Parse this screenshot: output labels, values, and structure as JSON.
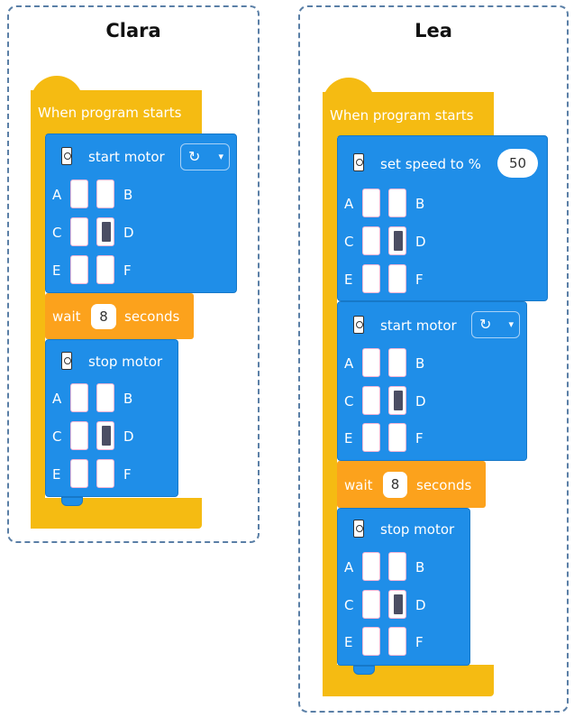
{
  "panels": [
    {
      "title": "Clara",
      "hat_label": "When program starts",
      "start_block": {
        "label": "start motor",
        "direction_icon": "rotate-clockwise-icon",
        "caret": "▾"
      },
      "wait": {
        "prefix": "wait",
        "value": "8",
        "suffix": "seconds"
      },
      "stop_block": {
        "label": "stop motor"
      }
    },
    {
      "title": "Lea",
      "hat_label": "When program starts",
      "speed_block": {
        "label": "set speed to %",
        "value": "50"
      },
      "start_block": {
        "label": "start motor",
        "direction_icon": "rotate-clockwise-icon",
        "caret": "▾"
      },
      "wait": {
        "prefix": "wait",
        "value": "8",
        "suffix": "seconds"
      },
      "stop_block": {
        "label": "stop motor"
      }
    }
  ],
  "ports": [
    "A",
    "B",
    "C",
    "D",
    "E",
    "F"
  ],
  "selected_port": "D",
  "colors": {
    "hat": "#f5bb12",
    "motor_block": "#1f8ee8",
    "wait_block": "#fca21c",
    "panel_border": "#5a7fa6",
    "port_selected": "#4b4e63"
  }
}
